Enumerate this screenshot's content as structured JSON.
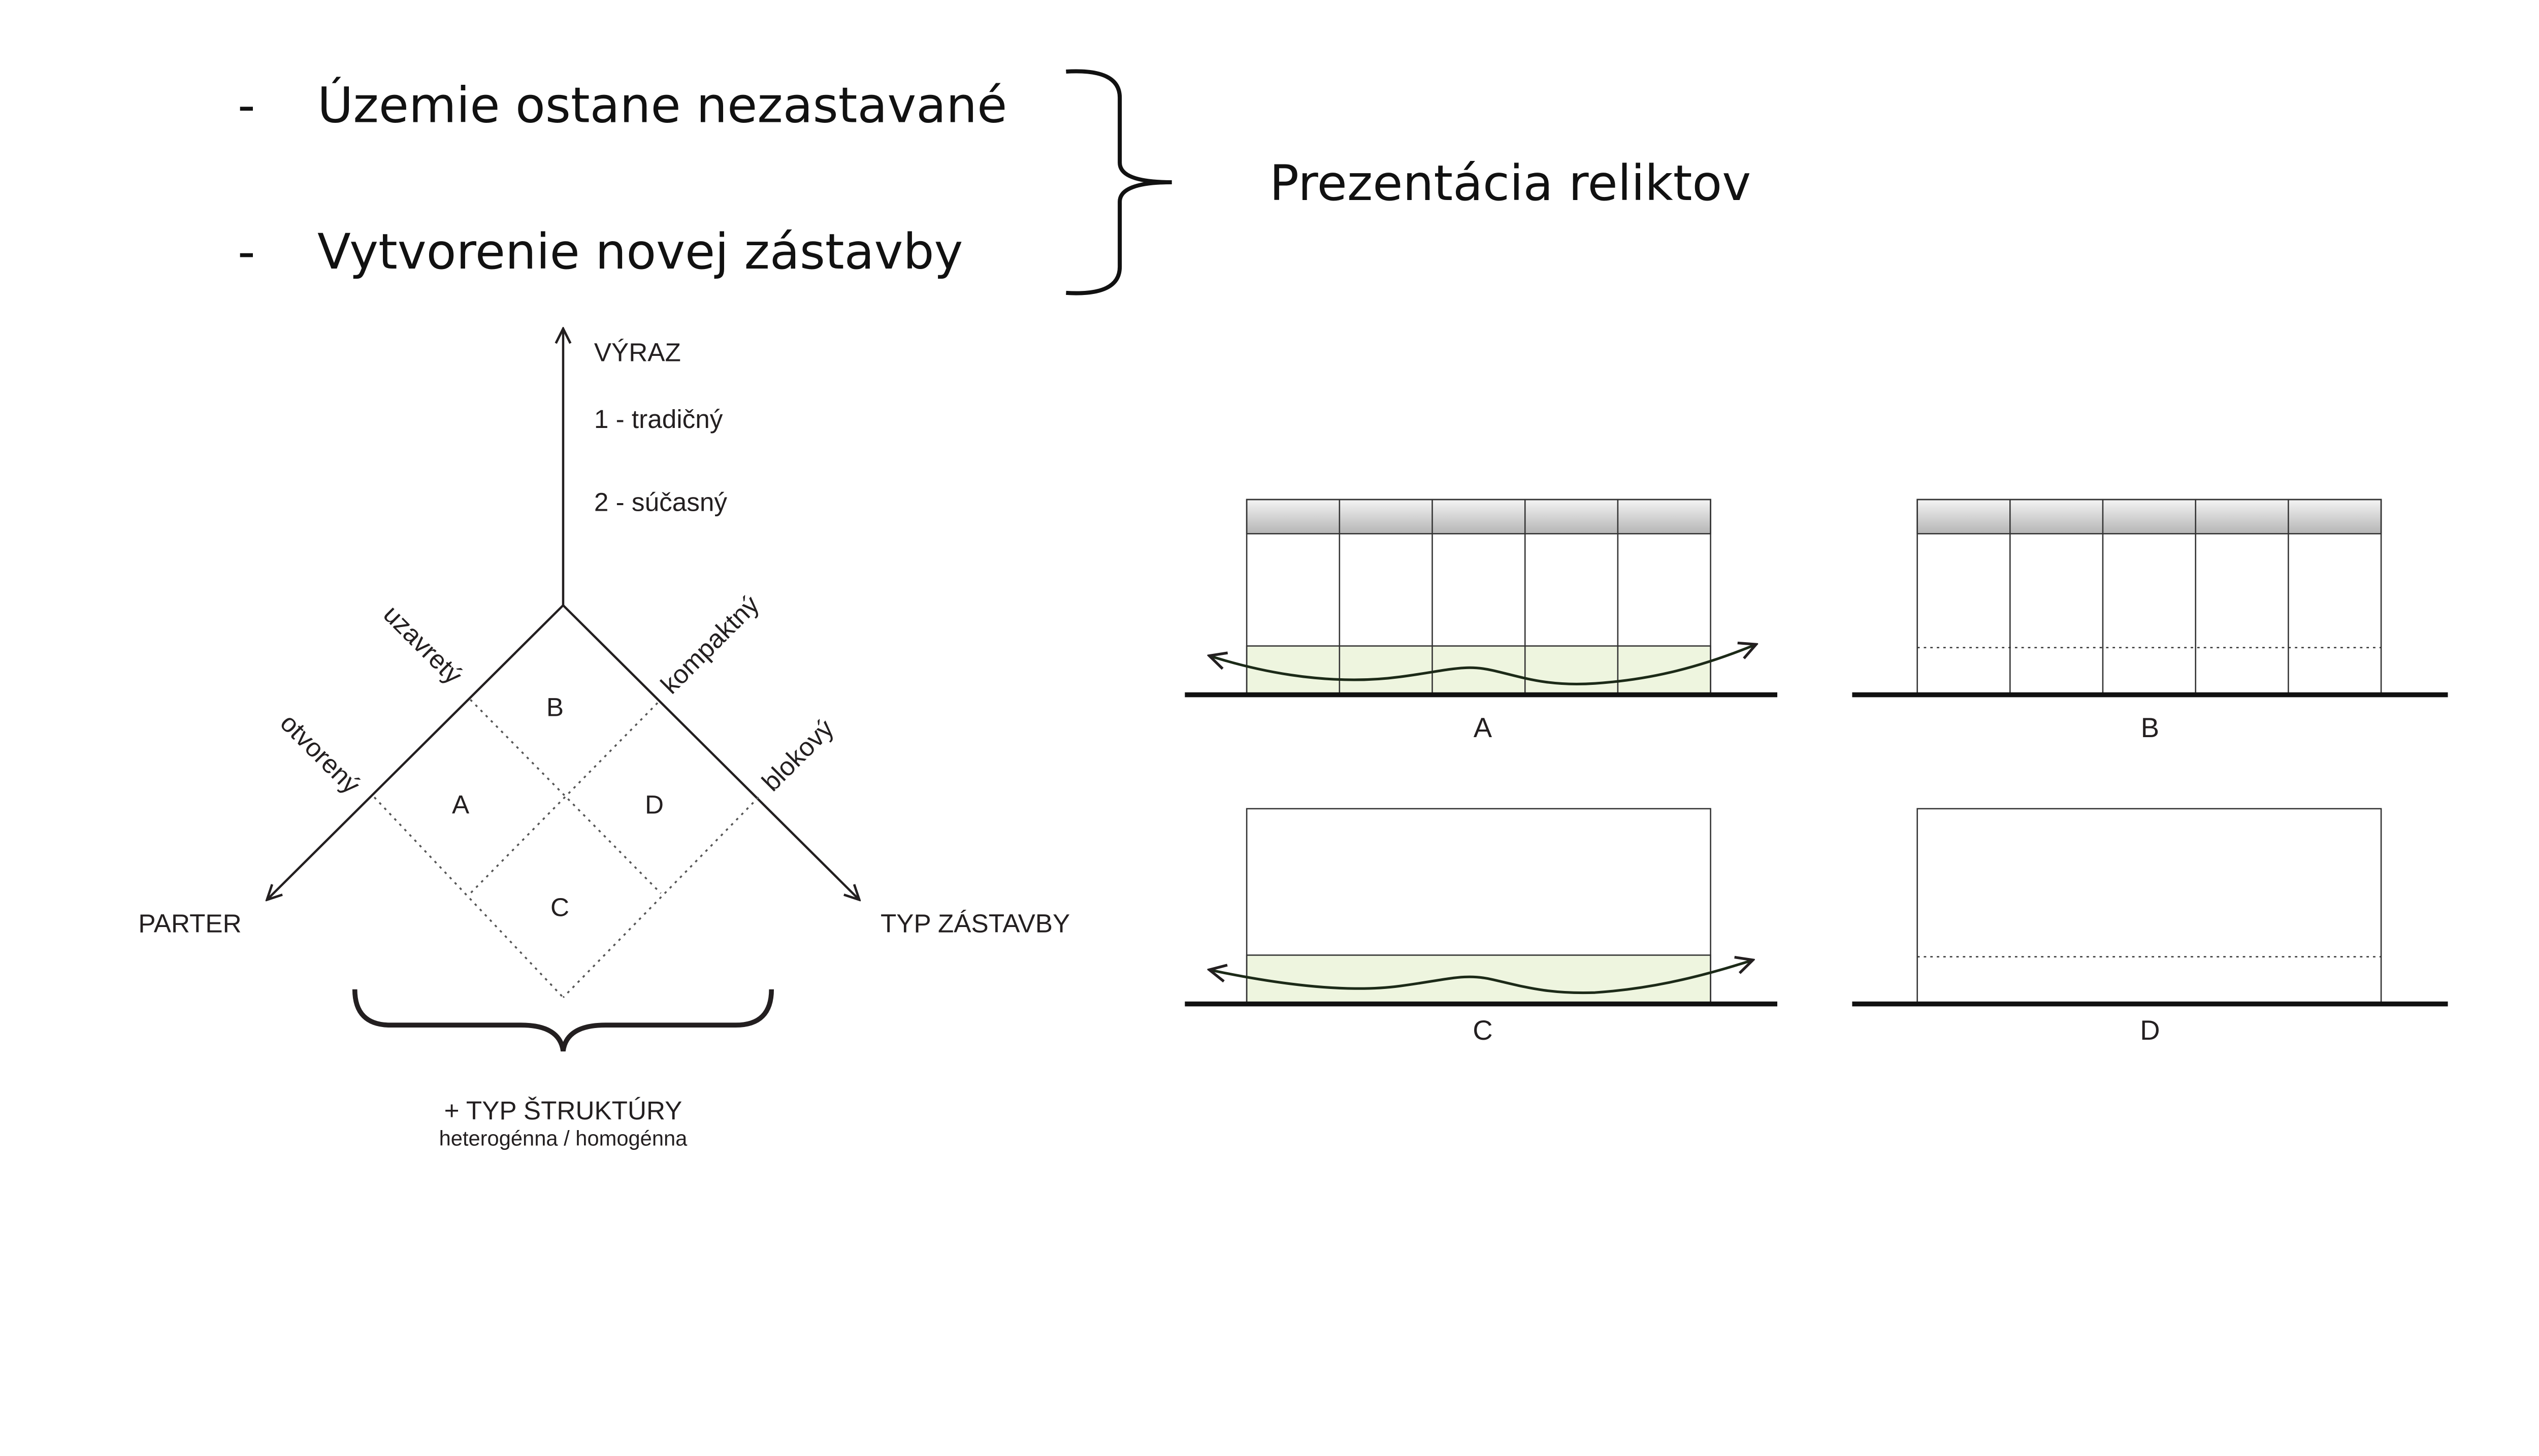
{
  "bullets": [
    {
      "marker": "-",
      "text": "Územie ostane nezastavané"
    },
    {
      "marker": "-",
      "text": "Vytvorenie novej zástavby"
    }
  ],
  "brace_label": "Prezentácia reliktov",
  "diagram": {
    "axis_up": "VÝRAZ",
    "expression_options": [
      "1 - tradičný",
      "2 - súčasný"
    ],
    "axis_left": "PARTER",
    "axis_right": "TYP ZÁSTAVBY",
    "left_values": [
      "uzavretý",
      "otvorený"
    ],
    "right_values": [
      "kompaktný",
      "blokový"
    ],
    "quadrants": [
      "A",
      "B",
      "C",
      "D"
    ],
    "bottom_title": "+ TYP ŠTRUKTÚRY",
    "bottom_subtitle": "heterogénna / homogénna"
  },
  "sections": [
    {
      "label": "A"
    },
    {
      "label": "B"
    },
    {
      "label": "C"
    },
    {
      "label": "D"
    }
  ],
  "colors": {
    "green_band": "#eef5df",
    "line": "#231f20"
  }
}
